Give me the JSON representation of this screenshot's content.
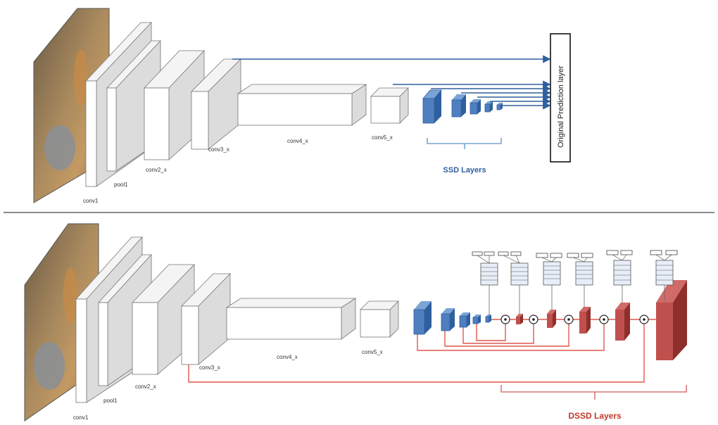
{
  "ssd": {
    "labels": {
      "conv1": "conv1",
      "pool1": "pool1",
      "conv2": "conv2_x",
      "conv3": "conv3_x",
      "conv4": "conv4_x",
      "conv5": "conv5_x"
    },
    "ssd_layers_label": "SSD Layers",
    "prediction_label": "Original Prediction layer"
  },
  "dssd": {
    "labels": {
      "conv1": "conv1",
      "pool1": "pool1",
      "conv2": "conv2_x",
      "conv3": "conv3_x",
      "conv4": "conv4_x",
      "conv5": "conv5_x"
    },
    "dssd_layers_label": "DSSD Layers"
  },
  "colors": {
    "ssd_blue": "#4f7fbf",
    "ssd_blue_dark": "#2e5f9e",
    "dssd_red": "#c0504d",
    "dssd_red_dark": "#8e2f2c",
    "arrow_blue": "#2e5f9e",
    "connector_red": "#e0574f",
    "box_gray": "#e6e6e6",
    "divider": "#444444"
  }
}
